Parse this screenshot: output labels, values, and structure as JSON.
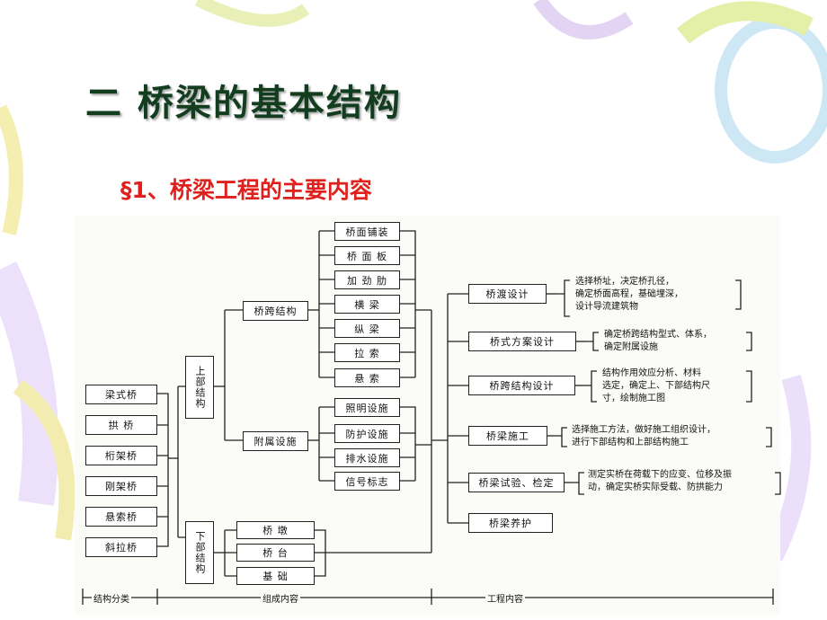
{
  "title": "二   桥梁的基本结构",
  "subtitle": "§1、桥梁工程的主要内容",
  "diagram": {
    "bridge_types": [
      "梁式桥",
      "拱  桥",
      "桁架桥",
      "刚架桥",
      "悬索桥",
      "斜拉桥"
    ],
    "upper_structure": "上部结构",
    "lower_structure": "下部结构",
    "span_structure": "桥跨结构",
    "auxiliary": "附属设施",
    "span_items": [
      "桥面铺装",
      "桥  面  板",
      "加  劲  肋",
      "横    梁",
      "纵    梁",
      "拉    索",
      "悬    索"
    ],
    "aux_items": [
      "照明设施",
      "防护设施",
      "排水设施",
      "信号标志"
    ],
    "lower_items": [
      "桥    墩",
      "桥    台",
      "基    础"
    ],
    "work_items": [
      "桥渡设计",
      "桥式方案设计",
      "桥跨结构设计",
      "桥梁施工",
      "桥梁试验、检定",
      "桥梁养护"
    ],
    "work_desc": [
      "选择桥址，决定桥孔径，\n确定桥面高程，基础埋深，\n设计导流建筑物",
      "确定桥跨结构型式、体系，\n确定附属设施",
      "结构作用效应分析、材料\n选定，确定上、下部结构尺\n寸，绘制施工图",
      "选择施工方法，做好施工组织设计，\n进行下部结构和上部结构施工",
      "测定实桥在荷载下的应变、位移及振\n动，确定实桥实际受载、防拱能力"
    ],
    "bottom_labels": [
      "结构分类",
      "组成内容",
      "工程内容"
    ]
  }
}
